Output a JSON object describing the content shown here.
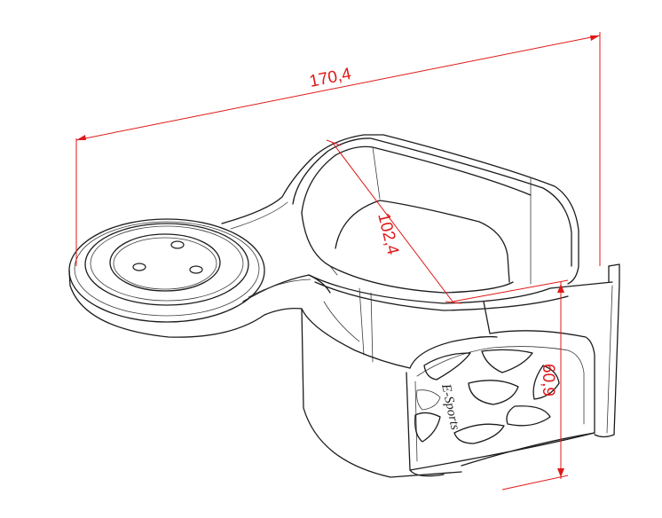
{
  "dimensions": {
    "overall_length": "170,4",
    "cup_diameter": "102,4",
    "height": "60,9"
  },
  "logo_text": "E-Sports",
  "colors": {
    "dimension": "#e01818",
    "outline": "#1c1c1c",
    "background": "#ffffff"
  }
}
